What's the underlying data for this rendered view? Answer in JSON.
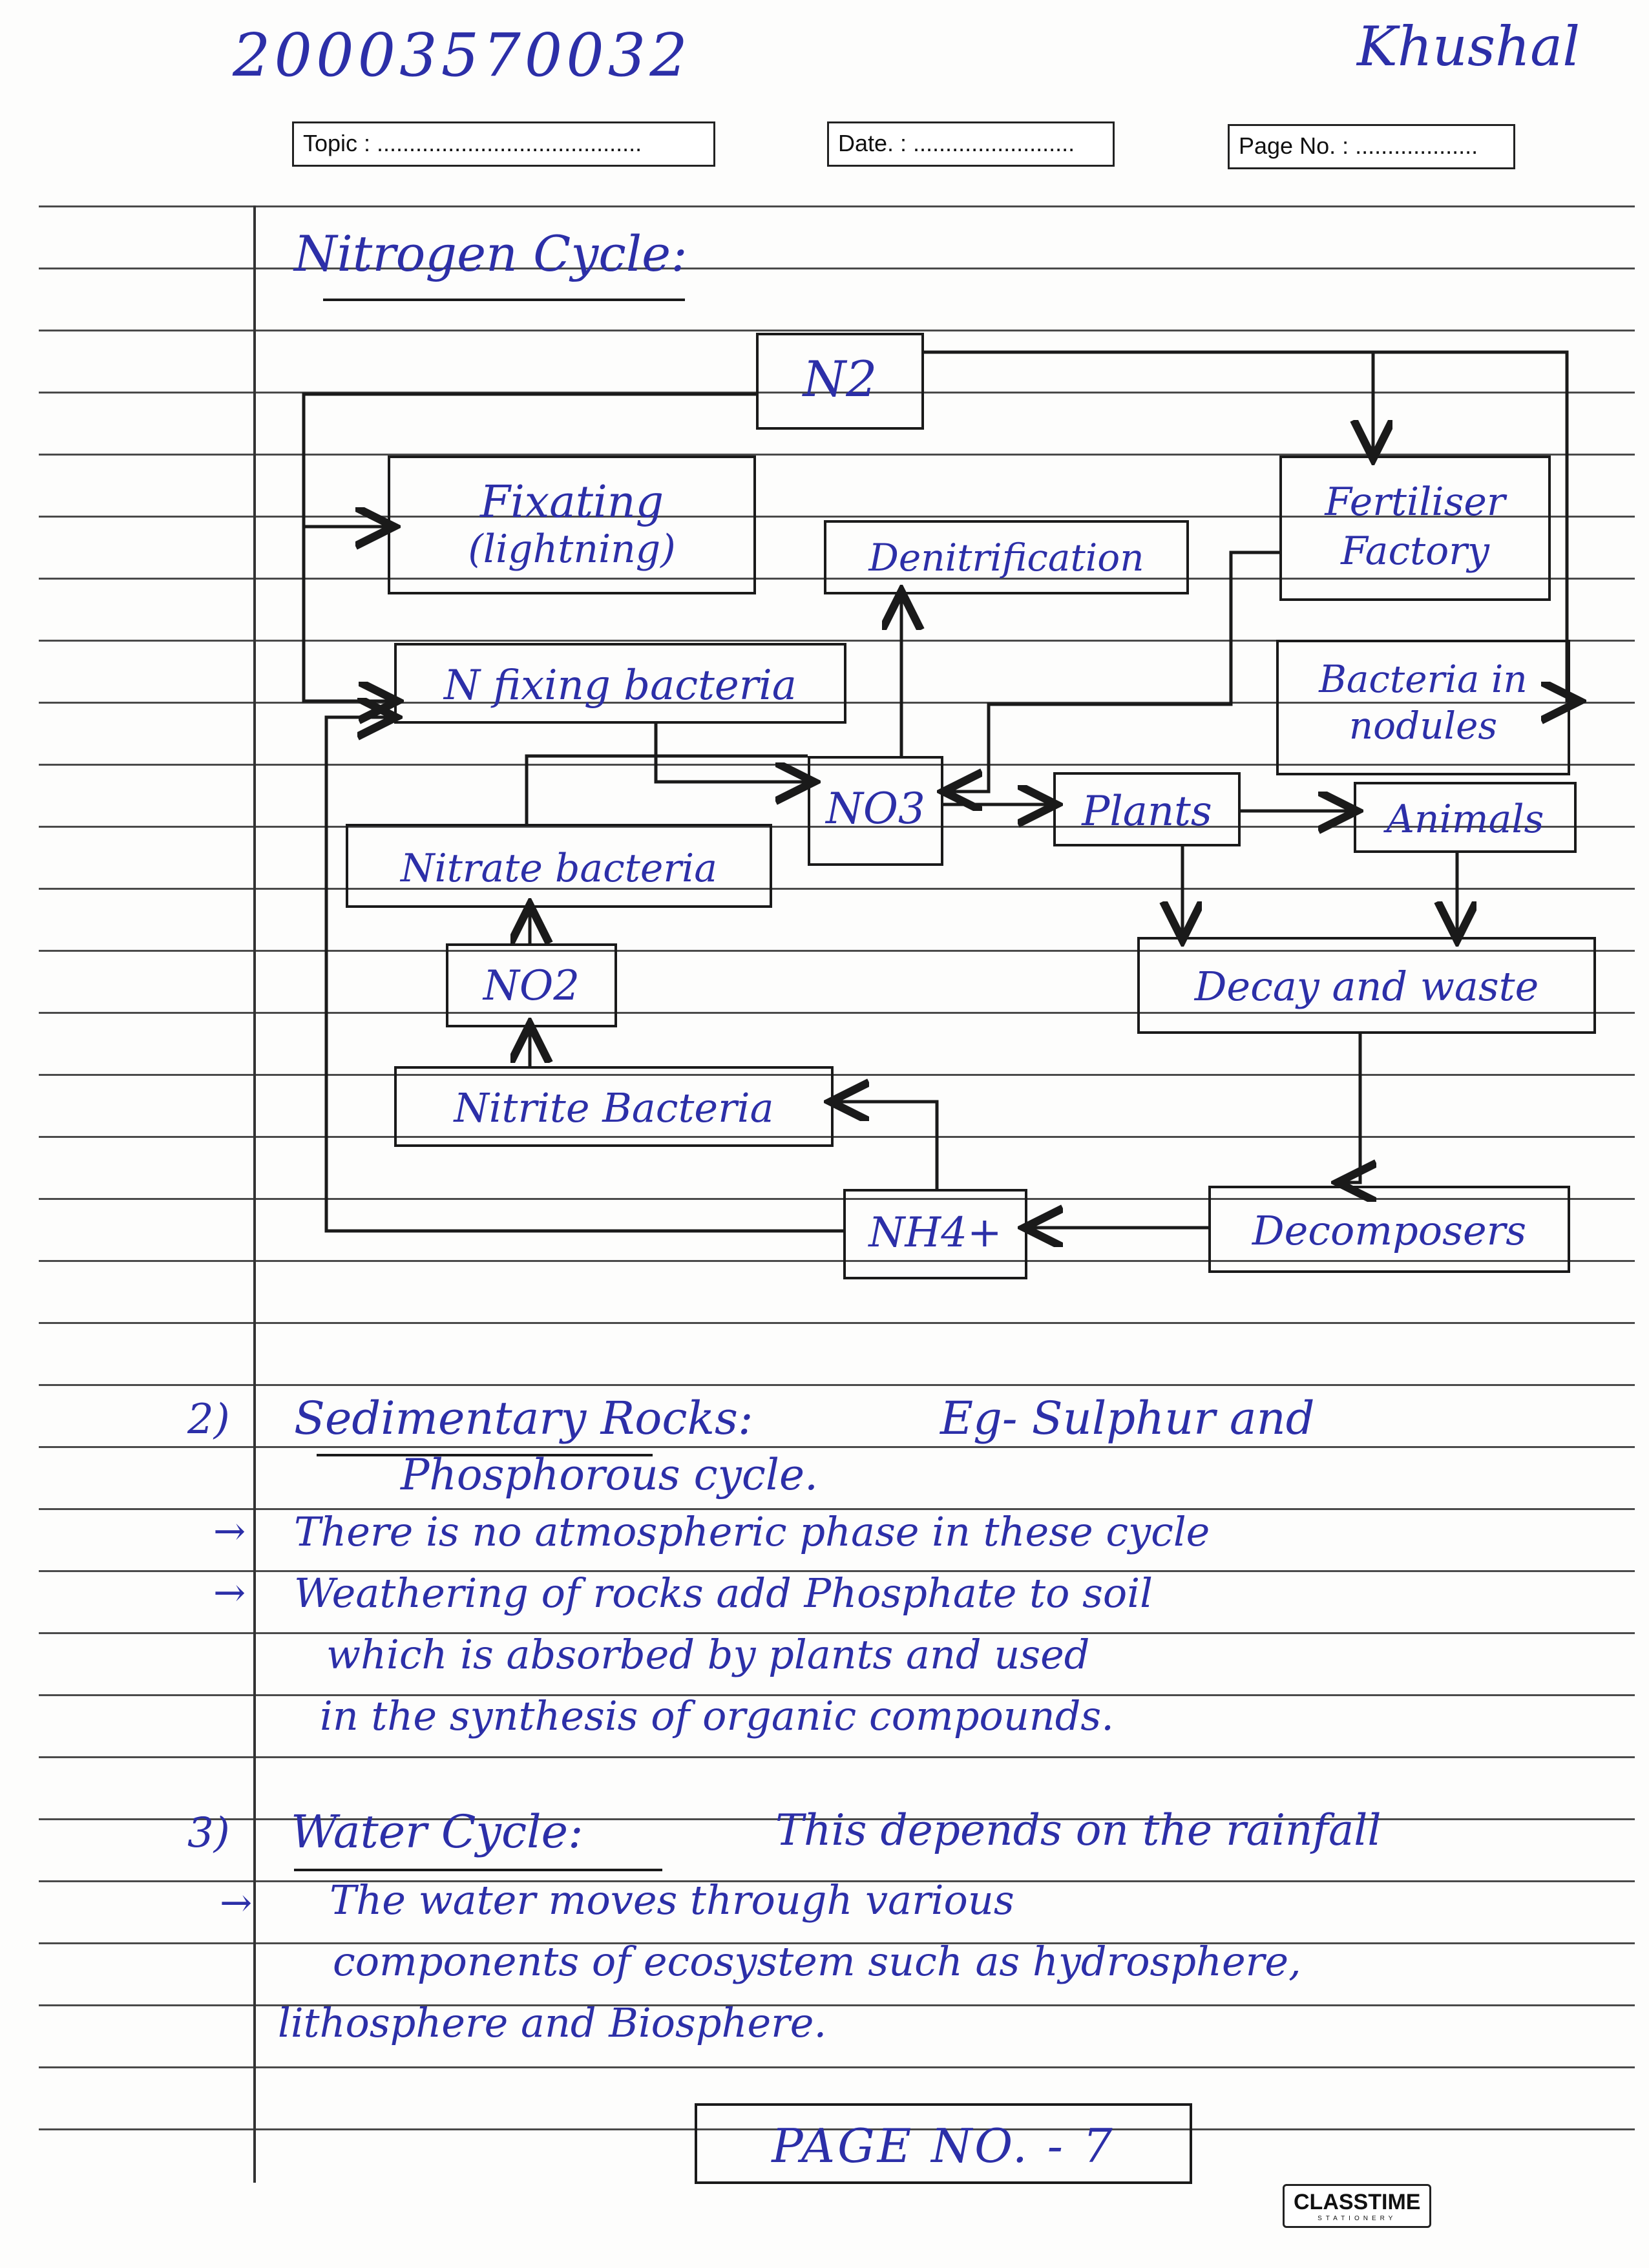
{
  "header": {
    "id_number": "20003570032",
    "name": "Khushal",
    "topic_label": "Topic : .........................................",
    "date_label": "Date. : .........................",
    "page_no_label": "Page No. : ..................."
  },
  "diagram": {
    "title": "Nitrogen Cycle:",
    "nodes": {
      "n2": "N2",
      "fixating": "Fixating",
      "fixating_sub": "(lightning)",
      "denitrification": "Denitrification",
      "fertiliser_1": "Fertiliser",
      "fertiliser_2": "Factory",
      "n_fixing": "N fixing bacteria",
      "bacteria_nodules_1": "Bacteria in",
      "bacteria_nodules_2": "nodules",
      "no3": "NO3",
      "plants": "Plants",
      "animals": "Animals",
      "nitrate_bacteria": "Nitrate bacteria",
      "no2": "NO2",
      "decay": "Decay and waste",
      "nitrite_bacteria": "Nitrite Bacteria",
      "nh4": "NH4+",
      "decomposers": "Decomposers"
    }
  },
  "notes": {
    "s2_num": "2)",
    "s2_title": "Sedimentary Rocks:",
    "s2_eg": "Eg- Sulphur and",
    "s2_eg2": "Phosphorous cycle.",
    "arrow_glyph": "→",
    "s2_p1": "There is no atmospheric phase in these cycle",
    "s2_p2a": "Weathering of rocks add Phosphate to soil",
    "s2_p2b": "which is absorbed by plants and used",
    "s2_p2c": "in the synthesis of organic compounds.",
    "s3_num": "3)",
    "s3_title": "Water Cycle:",
    "s3_lead": "This depends on the rainfall",
    "s3_p1a": "The water moves through various",
    "s3_p1b": "components of ecosystem such as hydrosphere,",
    "s3_p1c": "lithosphere and Biosphere."
  },
  "footer": {
    "page_label": "PAGE NO. - 7",
    "brand": "CLASSTIME",
    "brand_sub": "STATIONERY"
  }
}
